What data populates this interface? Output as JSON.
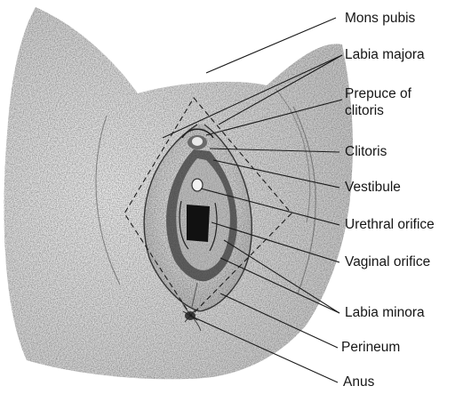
{
  "labels": {
    "mons_pubis": "Mons pubis",
    "labia_majora": "Labia majora",
    "prepuce_line1": "Prepuce of",
    "prepuce_line2": "clitoris",
    "clitoris": "Clitoris",
    "vestibule": "Vestibule",
    "urethral_orifice": "Urethral orifice",
    "vaginal_orifice": "Vaginal orifice",
    "labia_minora": "Labia minora",
    "perineum": "Perineum",
    "anus": "Anus"
  },
  "colors": {
    "ink": "#1a1a1a",
    "background": "#ffffff"
  }
}
